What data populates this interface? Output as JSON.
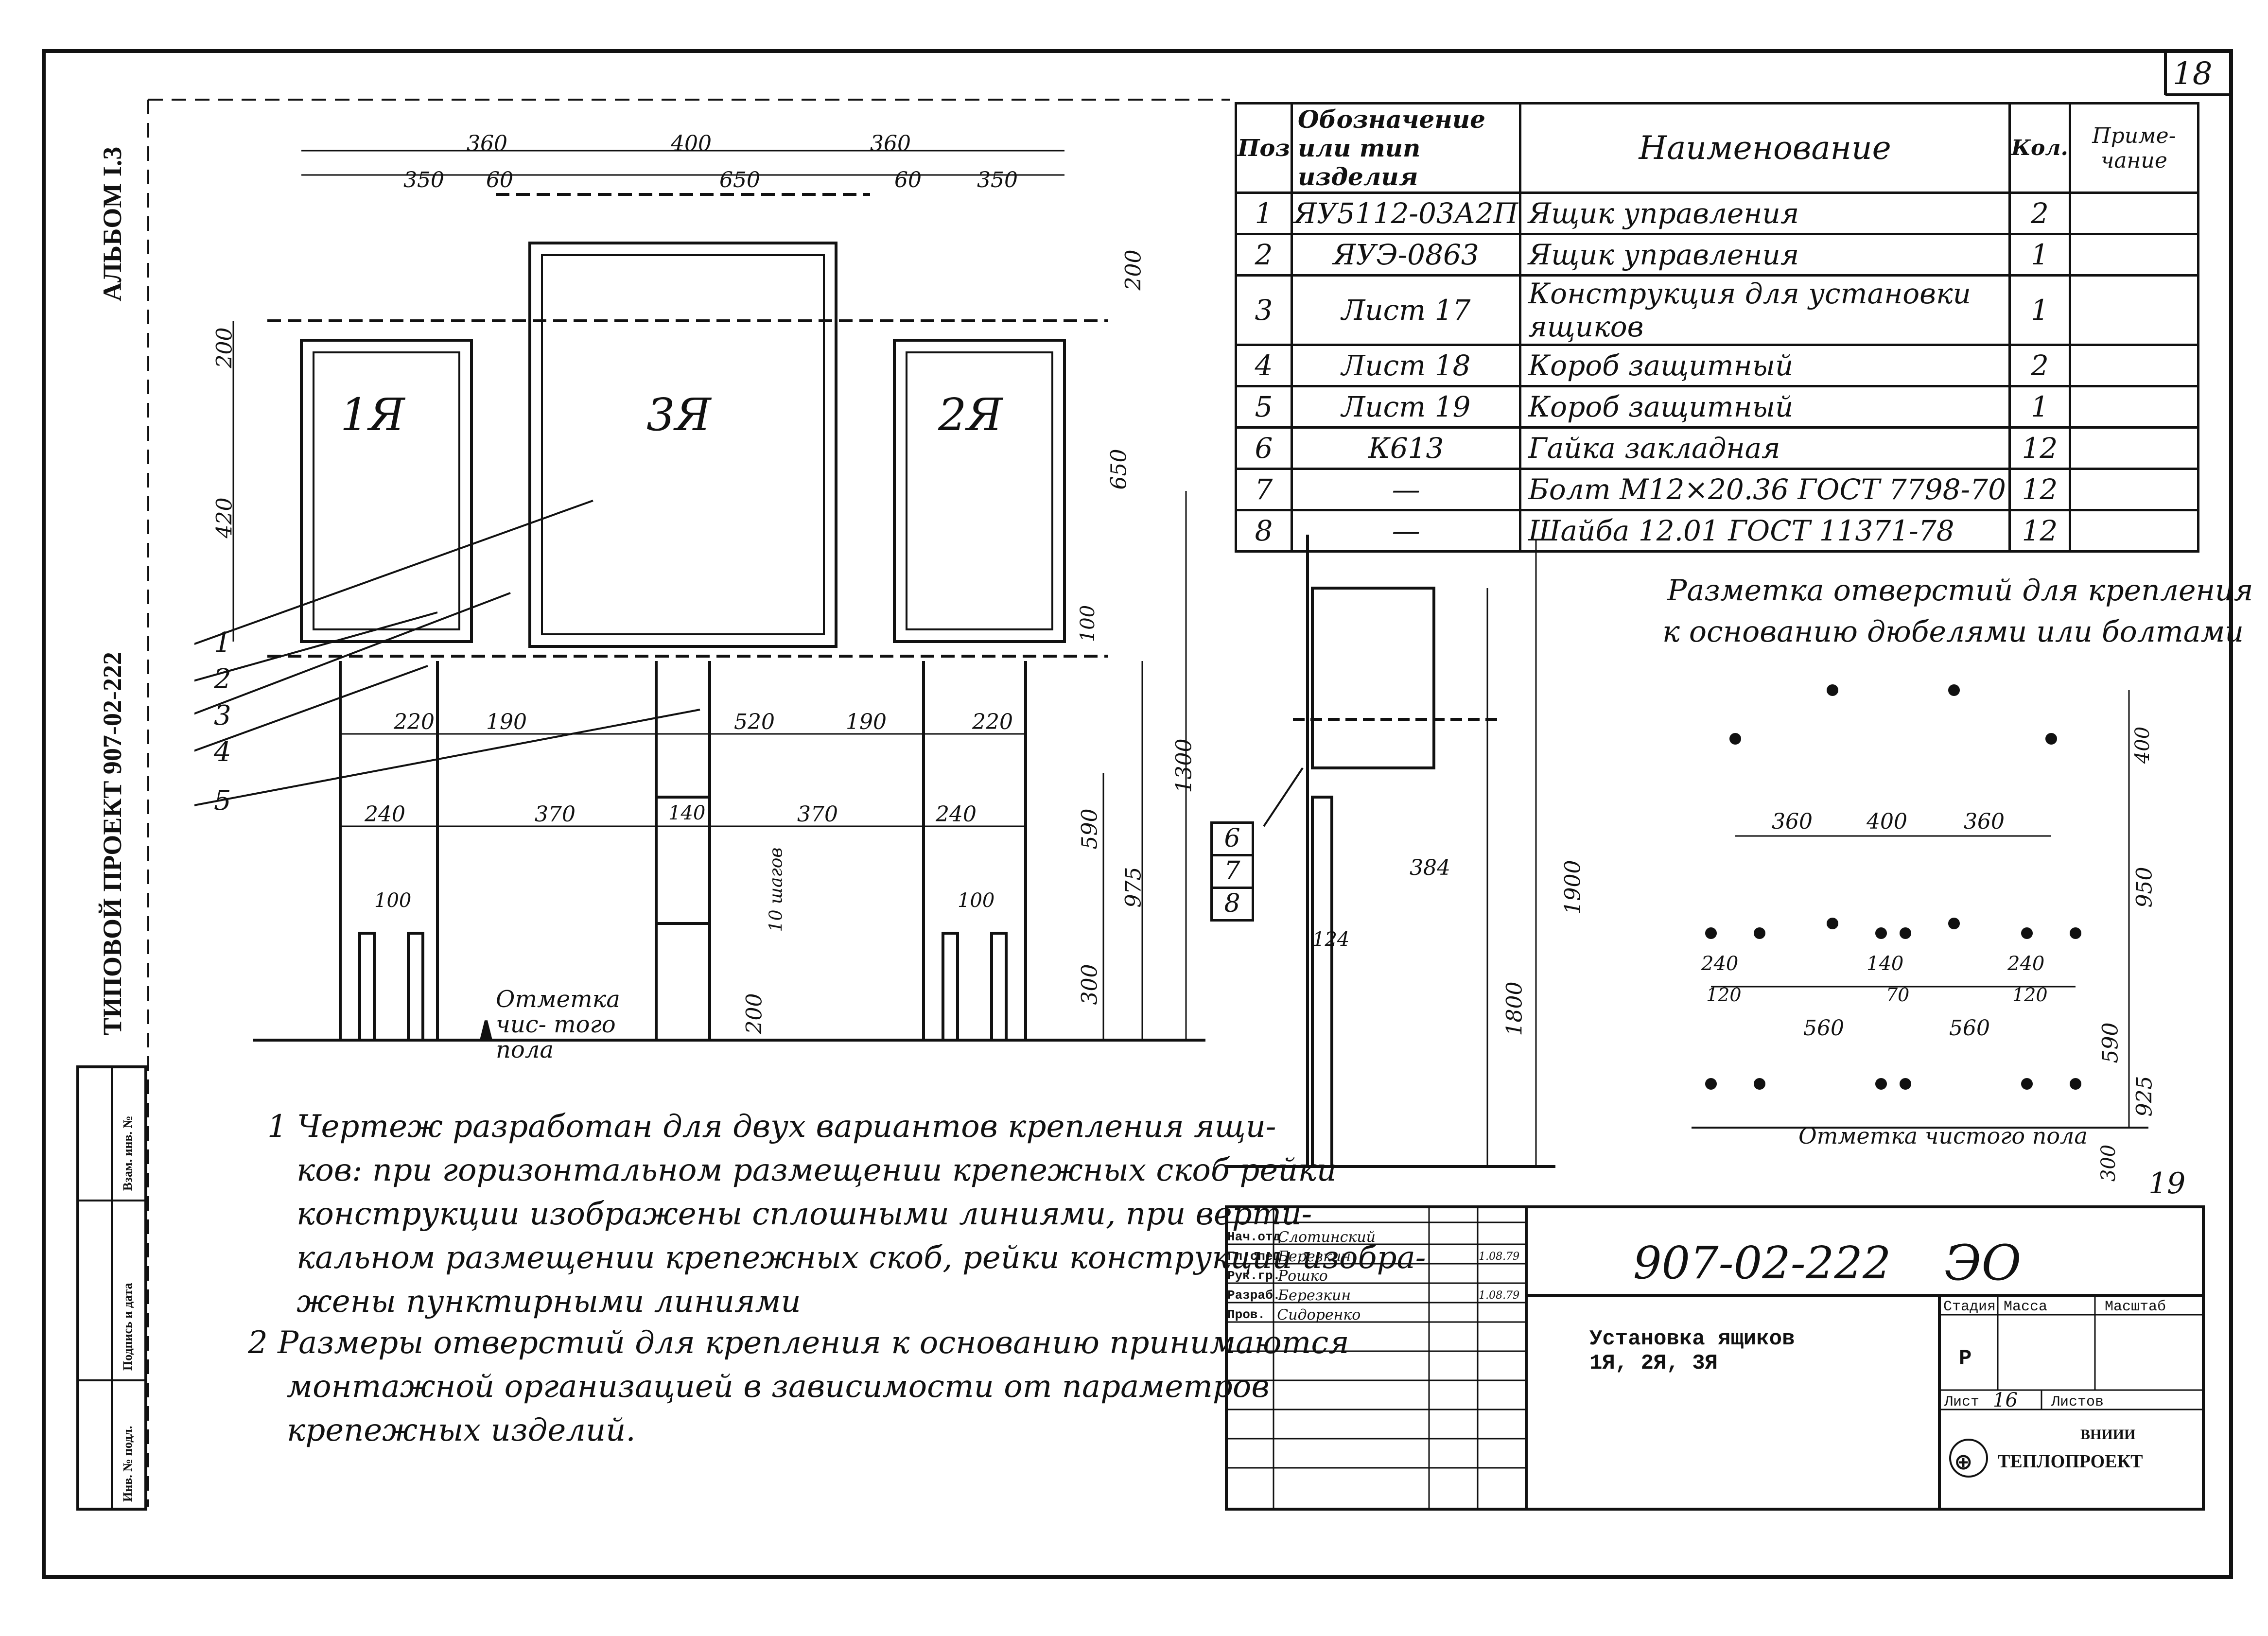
{
  "sheet_number": "18",
  "left_margin": {
    "album": "АЛЬБОМ I.3",
    "project": "ТИПОВОЙ ПРОЕКТ   907-02-222",
    "stamp_labels": [
      "Инв. № подл.",
      "Подпись и дата",
      "Взам. инв. №"
    ]
  },
  "spec_table": {
    "headers": [
      "Поз",
      "Обозначение или тип изделия",
      "Наименование",
      "Кол.",
      "Приме- чание"
    ],
    "rows": [
      [
        "1",
        "ЯУ5112-03А2П",
        "Ящик управления",
        "2",
        ""
      ],
      [
        "2",
        "ЯУЭ-0863",
        "Ящик управления",
        "1",
        ""
      ],
      [
        "3",
        "Лист 17",
        "Конструкция для установки ящиков",
        "1",
        ""
      ],
      [
        "4",
        "Лист 18",
        "Короб защитный",
        "2",
        ""
      ],
      [
        "5",
        "Лист 19",
        "Короб защитный",
        "1",
        ""
      ],
      [
        "6",
        "К613",
        "Гайка закладная",
        "12",
        ""
      ],
      [
        "7",
        "—",
        "Болт М12×20.36  ГОСТ 7798-70",
        "12",
        ""
      ],
      [
        "8",
        "—",
        "Шайба 12.01   ГОСТ 11371-78",
        "12",
        ""
      ]
    ]
  },
  "front_view": {
    "boxes": [
      "1Я",
      "3Я",
      "2Я"
    ],
    "dims_top": [
      "360",
      "400",
      "360"
    ],
    "dims_top2": [
      "350",
      "60",
      "650",
      "60",
      "350"
    ],
    "dims_side_left": [
      "200",
      "420"
    ],
    "dims_side_right": [
      "200",
      "650",
      "100"
    ],
    "dims_middle": [
      "220",
      "190",
      "520",
      "190",
      "220"
    ],
    "dims_lower": [
      "240",
      "370",
      "140",
      "370",
      "240"
    ],
    "dims_bottom": [
      "100",
      "10 шагов",
      "100"
    ],
    "dims_vertical": [
      "590",
      "975",
      "1300",
      "300",
      "200"
    ],
    "callouts": [
      "1",
      "2",
      "3",
      "4",
      "5"
    ],
    "floor_label": "Отметка чис- того пола"
  },
  "side_view": {
    "dims": [
      "384",
      "124",
      "1900",
      "1800"
    ],
    "callouts": [
      "6",
      "7",
      "8"
    ]
  },
  "holes": {
    "title_line1": "Разметка отверстий для крепления",
    "title_line2": "к основанию дюбелями или болтами",
    "dims_h": [
      "360",
      "400",
      "360"
    ],
    "dims_h2": [
      "240",
      "140",
      "240"
    ],
    "dims_h3": [
      "120",
      "70",
      "120"
    ],
    "dims_h4": [
      "560",
      "560"
    ],
    "dims_v": [
      "400",
      "950",
      "590",
      "925",
      "300"
    ],
    "floor_label": "Отметка чистого пола",
    "ref": "19"
  },
  "notes": [
    "1 Чертеж разработан для двух вариантов крепления ящи-",
    "ков: при горизонтальном размещении крепежных скоб рейки",
    "конструкции изображены сплошными линиями, при верти-",
    "кальном размещении крепежных скоб, рейки конструкции изобра-",
    "жены пунктирными линиями",
    "2 Размеры отверстий для крепления к основанию принимаются",
    "монтажной организацией в зависимости от параметров",
    "крепежных изделий."
  ],
  "title_block": {
    "doc_code": "907-02-222",
    "section": "ЭО",
    "title_line1": "Установка ящиков",
    "title_line2": "1Я, 2Я, 3Я",
    "roles": [
      {
        "role": "Нач.отд",
        "name": "Слотинский",
        "date": ""
      },
      {
        "role": "Гл.спец",
        "name": "Березкин",
        "date": "1.08.79"
      },
      {
        "role": "Рук.гр.",
        "name": "Рошко",
        "date": ""
      },
      {
        "role": "Разраб.",
        "name": "Березкин",
        "date": "1.08.79"
      },
      {
        "role": "Пров.",
        "name": "Сидоренко",
        "date": ""
      }
    ],
    "stage_label": "Стадия",
    "mass_label": "Масса",
    "scale_label": "Масштаб",
    "stage": "Р",
    "sheet_label": "Лист",
    "sheet": "16",
    "sheets_label": "Листов",
    "org_line1": "ВНИИИ",
    "org_line2": "ТЕПЛОПРОЕКТ"
  }
}
